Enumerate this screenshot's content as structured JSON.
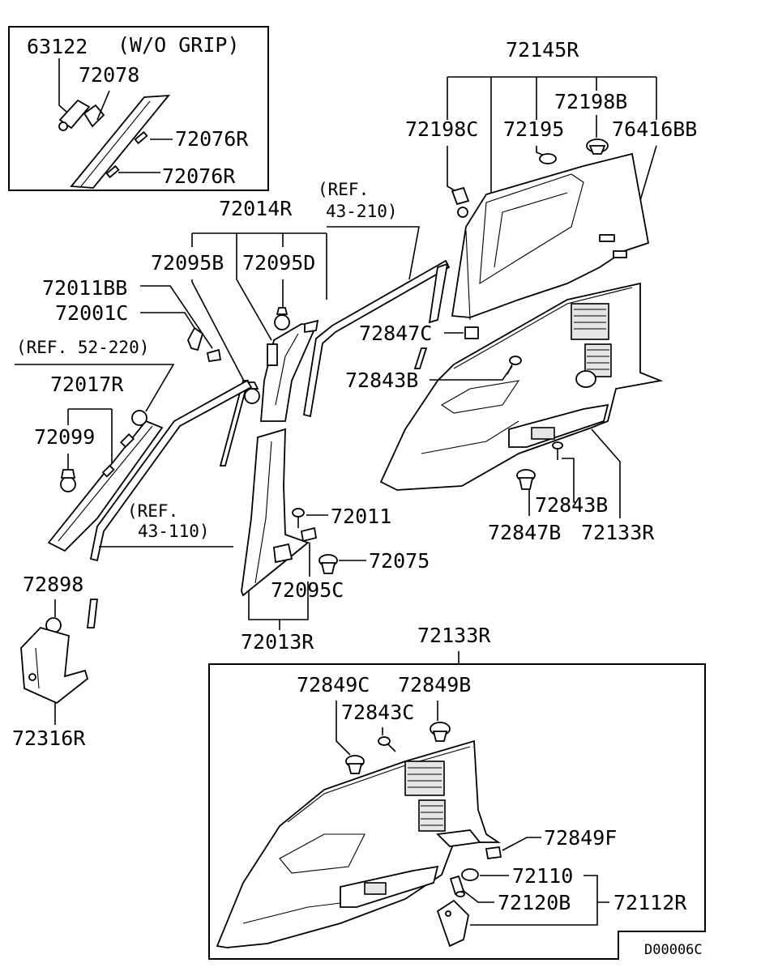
{
  "diagram": {
    "inset_note": "(W/O GRIP)",
    "reference_labels": [
      "(REF.",
      "43-210)",
      "(REF. 52-220)",
      "(REF.",
      "43-110)"
    ],
    "part_numbers": {
      "p63122": "63122",
      "p72078": "72078",
      "p72076R_a": "72076R",
      "p72076R_b": "72076R",
      "p72145R": "72145R",
      "p72198B": "72198B",
      "p72198C": "72198C",
      "p72195": "72195",
      "p76416BB": "76416BB",
      "p72014R": "72014R",
      "p72095B": "72095B",
      "p72095D": "72095D",
      "p72011BB": "72011BB",
      "p72001C": "72001C",
      "p72017R": "72017R",
      "p72099": "72099",
      "p72847C": "72847C",
      "p72843B_a": "72843B",
      "p72843B_b": "72843B",
      "p72847B": "72847B",
      "p72133R_a": "72133R",
      "p72011": "72011",
      "p72075": "72075",
      "p72095C": "72095C",
      "p72013R": "72013R",
      "p72898": "72898",
      "p72316R": "72316R",
      "p72133R_b": "72133R",
      "p72849C": "72849C",
      "p72849B": "72849B",
      "p72843C": "72843C",
      "p72849F": "72849F",
      "p72110": "72110",
      "p72120B": "72120B",
      "p72112R": "72112R"
    },
    "drawing_code": "D00006C"
  }
}
